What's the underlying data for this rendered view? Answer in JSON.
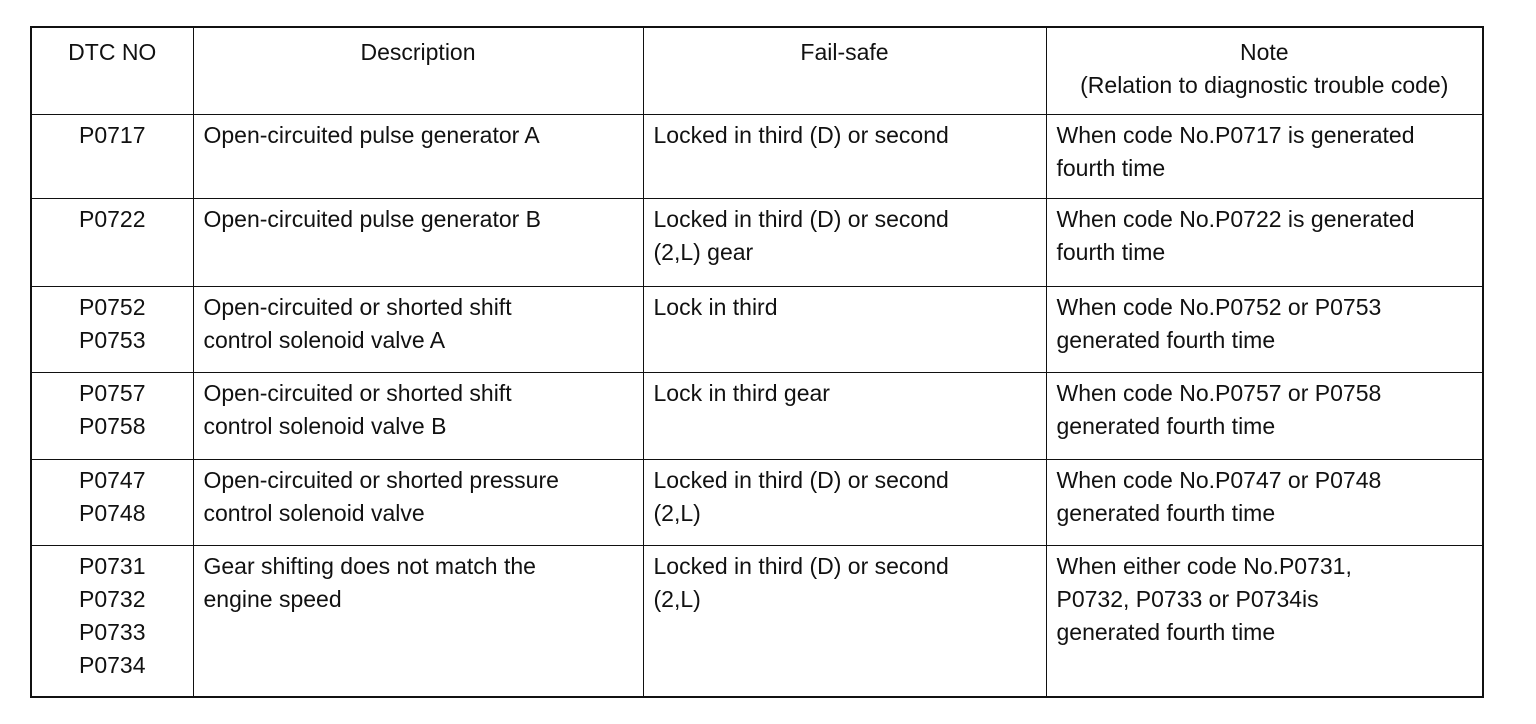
{
  "header": {
    "dtc_no": "DTC NO",
    "description": "Description",
    "fail_safe": "Fail-safe",
    "note_line1": "Note",
    "note_line2": "(Relation to diagnostic trouble code)"
  },
  "rows": [
    {
      "codes": [
        "P0717"
      ],
      "description": [
        "Open-circuited pulse generator A"
      ],
      "fail_safe": [
        "Locked in third (D) or second"
      ],
      "note": [
        "When code No.P0717 is generated",
        "fourth time"
      ]
    },
    {
      "codes": [
        "P0722"
      ],
      "description": [
        "Open-circuited pulse generator B"
      ],
      "fail_safe": [
        "Locked in third (D) or second",
        "(2,L) gear"
      ],
      "note": [
        "When code No.P0722 is generated",
        "fourth time"
      ]
    },
    {
      "codes": [
        "P0752",
        "P0753"
      ],
      "description": [
        "Open-circuited or shorted shift",
        "control solenoid valve A"
      ],
      "fail_safe": [
        "Lock in third"
      ],
      "note": [
        "When code No.P0752 or P0753",
        "generated fourth time"
      ]
    },
    {
      "codes": [
        "P0757",
        "P0758"
      ],
      "description": [
        "Open-circuited or shorted shift",
        "control solenoid valve B"
      ],
      "fail_safe": [
        "Lock in third gear"
      ],
      "note": [
        "When code No.P0757 or P0758",
        "generated fourth time"
      ]
    },
    {
      "codes": [
        "P0747",
        "P0748"
      ],
      "description": [
        "Open-circuited or shorted pressure",
        "control solenoid valve"
      ],
      "fail_safe": [
        "Locked in third (D) or second",
        "(2,L)"
      ],
      "note": [
        "When code No.P0747 or P0748",
        "generated fourth time"
      ]
    },
    {
      "codes": [
        "P0731",
        "P0732",
        "P0733",
        "P0734"
      ],
      "description": [
        "Gear shifting does not match the",
        "engine speed"
      ],
      "fail_safe": [
        "Locked in third (D) or second",
        "(2,L)"
      ],
      "note": [
        "When either code No.P0731,",
        "P0732, P0733 or P0734is",
        "generated fourth time"
      ]
    }
  ]
}
